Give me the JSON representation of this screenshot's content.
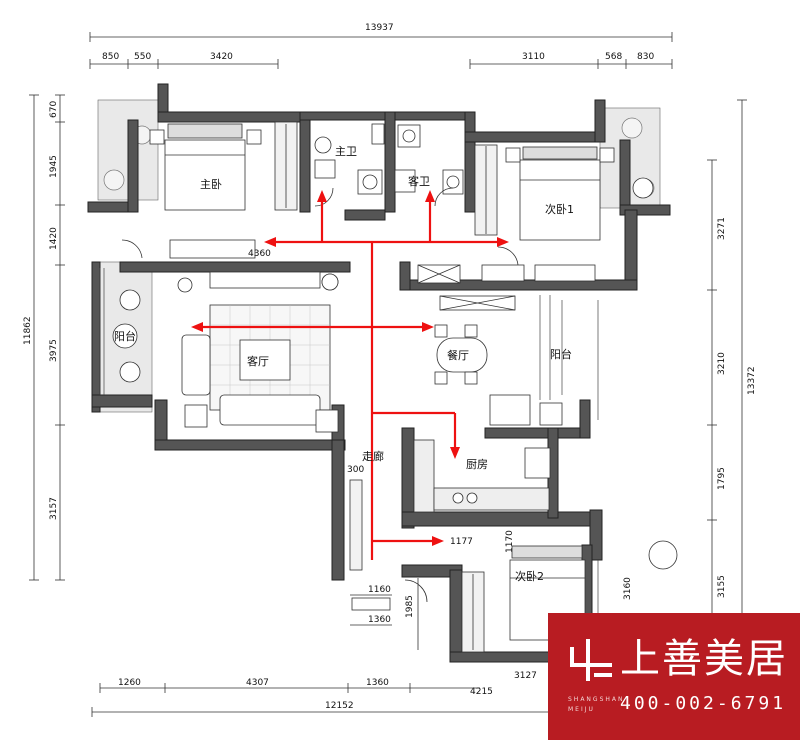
{
  "dimensions": {
    "top_total": "13937",
    "top_left": [
      "850",
      "550",
      "3420"
    ],
    "top_right": [
      "3110",
      "568",
      "830"
    ],
    "left_side": [
      "670",
      "1945",
      "1420",
      "3975",
      "3157"
    ],
    "left_total": "11862",
    "right_side": [
      "3271",
      "3210",
      "1795",
      "3160",
      "3155"
    ],
    "right_total": "13372",
    "bottom": [
      "1260",
      "4307",
      "1360",
      "4215",
      "3127"
    ],
    "bottom_total": "12152",
    "interior": [
      "4360",
      "300",
      "1177",
      "1170",
      "1160",
      "1360",
      "1985"
    ]
  },
  "rooms": {
    "master_bath": "主卫",
    "guest_bath": "客卫",
    "master_bedroom": "主卧",
    "second_bedroom": "次卧1",
    "balcony_left": "阳台",
    "living_room": "客厅",
    "dining_room": "餐厅",
    "balcony_right": "阳台",
    "corridor": "走廊",
    "kitchen": "厨房",
    "third_bedroom": "次卧2"
  },
  "brand": {
    "name": "上善美居",
    "pinyin": "SHANGSHAN MEIJU",
    "phone": "400-002-6791"
  },
  "colors": {
    "wall": "#555555",
    "arrow": "#ee1111",
    "brand_bg": "#b81c22"
  }
}
